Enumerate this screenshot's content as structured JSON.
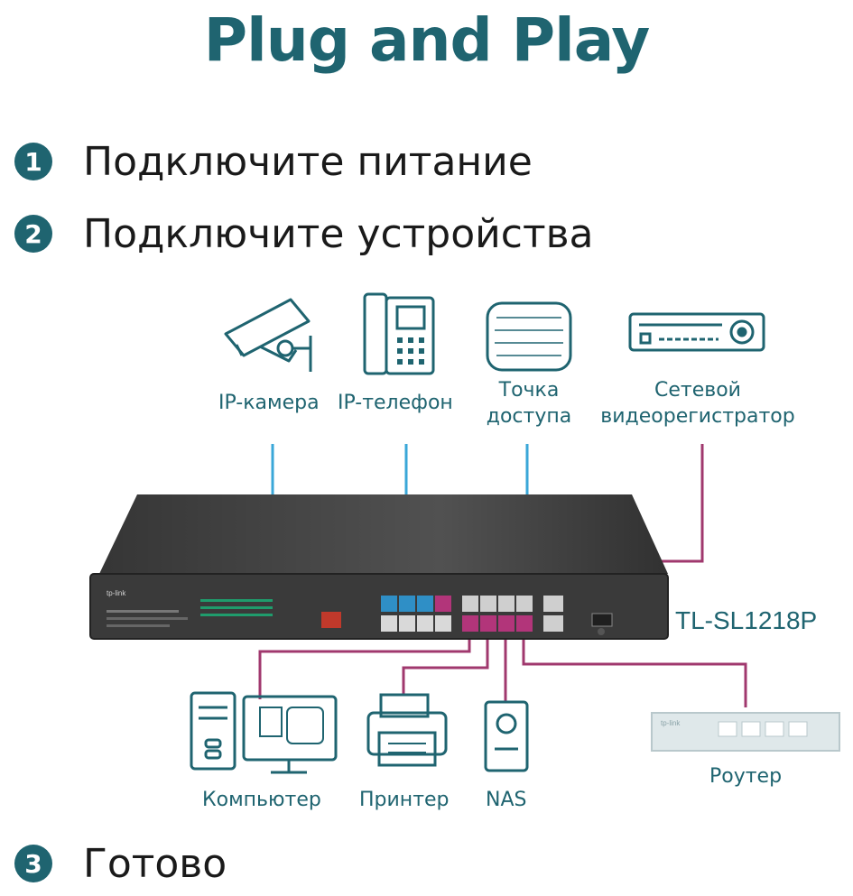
{
  "title": "Plug and Play",
  "steps": [
    {
      "num": "1",
      "text": "Подключите питание"
    },
    {
      "num": "2",
      "text": "Подключите устройства"
    },
    {
      "num": "3",
      "text": "Готово"
    }
  ],
  "top_devices": [
    {
      "icon": "ip-camera-icon",
      "label": "IP-камера"
    },
    {
      "icon": "ip-phone-icon",
      "label": "IP-телефон"
    },
    {
      "icon": "access-point-icon",
      "label_line1": "Точка",
      "label_line2": "доступа"
    },
    {
      "icon": "nvr-icon",
      "label_line1": "Сетевой",
      "label_line2": "видеорегистратор"
    }
  ],
  "bottom_devices": [
    {
      "icon": "computer-icon",
      "label": "Компьютер"
    },
    {
      "icon": "printer-icon",
      "label": "Принтер"
    },
    {
      "icon": "nas-icon",
      "label": "NAS"
    },
    {
      "icon": "router-icon",
      "label": "Роутер"
    }
  ],
  "switch_model": "TL-SL1218P",
  "switch_brand": "tp-link",
  "router_brand": "tp-link",
  "colors": {
    "accent": "#1f6470",
    "poe_line": "#3aa7d8",
    "data_line": "#a0386e",
    "switch_body": "#3a3a3a"
  }
}
